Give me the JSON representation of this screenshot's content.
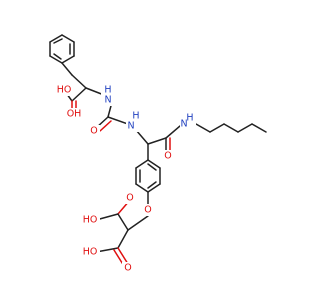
{
  "colors": {
    "bond": "#222222",
    "oxygen": "#e01010",
    "nitrogen": "#1f3fbf",
    "background": "#ffffff"
  },
  "atoms": {
    "acid1_oh": "OH",
    "acid1_o": "HO",
    "urea_nh1": "H",
    "urea_n1": "N",
    "urea_o": "O",
    "urea_nh2": "H",
    "urea_n2": "N",
    "amide_nh": "H",
    "amide_n": "N",
    "amide_o": "O",
    "ether_o": "O",
    "acid2_oh": "HO",
    "acid2_o": "O",
    "acid3_oh": "HO",
    "acid3_o": "O"
  }
}
